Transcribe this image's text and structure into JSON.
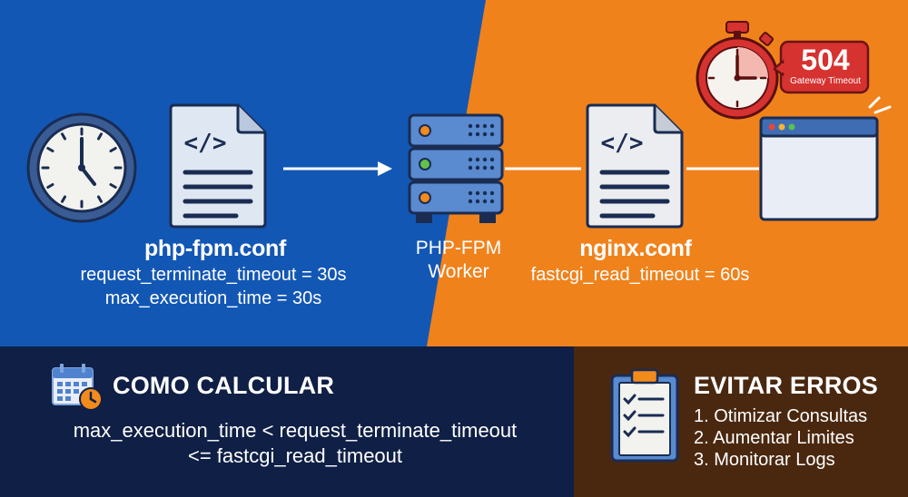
{
  "php_fpm": {
    "title": "php-fpm.conf",
    "line1": "request_terminate_timeout = 30s",
    "line2": "max_execution_time = 30s"
  },
  "worker": {
    "line1": "PHP-FPM",
    "line2": "Worker"
  },
  "nginx": {
    "title": "nginx.conf",
    "line1": "fastcgi_read_timeout = 60s"
  },
  "error_badge": {
    "code": "504",
    "text": "Gateway Timeout"
  },
  "calc": {
    "title": "COMO CALCULAR",
    "line1": "max_execution_time < request_terminate_timeout",
    "line2": "<= fastcgi_read_timeout"
  },
  "avoid": {
    "title": "EVITAR ERROS",
    "items": [
      "1. Otimizar Consultas",
      "2. Aumentar Limites",
      "3. Monitorar Logs"
    ]
  },
  "colors": {
    "blue": "#1357b5",
    "orange": "#f0821c",
    "navy": "#0f1f45",
    "brown": "#4a2810",
    "red": "#d63230"
  },
  "icons": [
    "clock-icon",
    "code-file-icon",
    "server-icon",
    "stopwatch-icon",
    "browser-window-icon",
    "calendar-clock-icon",
    "checklist-icon"
  ]
}
